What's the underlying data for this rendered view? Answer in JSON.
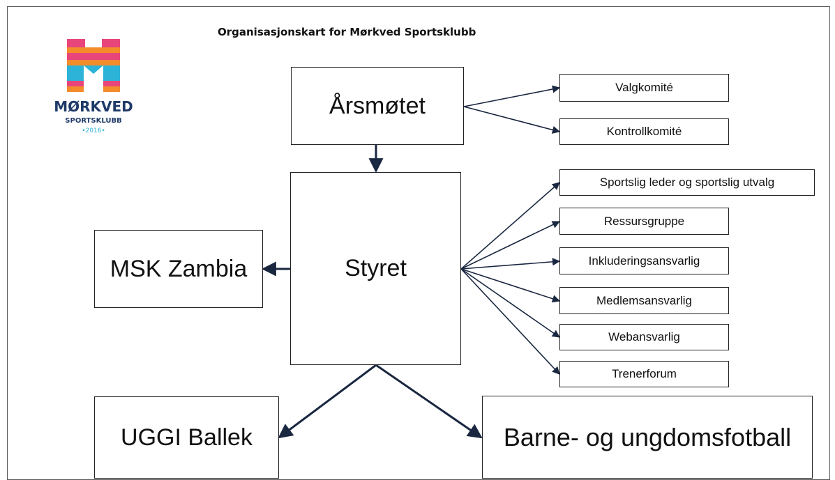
{
  "title": "Organisasjonskart for Mørkved Sportsklubb",
  "logo": {
    "name": "MØRKVED",
    "sub": "SPORTSKLUBB",
    "year": "•2016•",
    "colors": [
      "#e8467a",
      "#f48c2c",
      "#2db2d8",
      "#ffffff"
    ]
  },
  "nodes": {
    "arsmotet": "Årsmøtet",
    "styret": "Styret",
    "msk_zambia": "MSK Zambia",
    "uggi": "UGGI Ballek",
    "barne": "Barne- og ungdomsfotball",
    "valgkomite": "Valgkomité",
    "kontrollkomite": "Kontrollkomité",
    "sportslig": "Sportslig leder og sportslig utvalg",
    "ressurs": "Ressursgruppe",
    "inkludering": "Inkluderingsansvarlig",
    "medlem": "Medlemsansvarlig",
    "web": "Webansvarlig",
    "trener": "Trenerforum"
  },
  "colors": {
    "arrow": "#1a2740",
    "border": "#222222"
  }
}
